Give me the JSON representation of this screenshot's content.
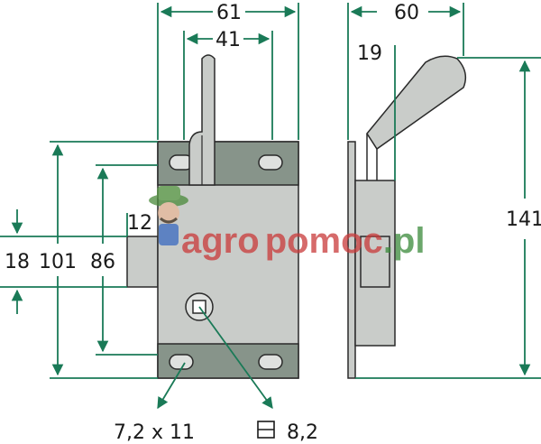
{
  "dimensions": {
    "front_width": "61",
    "lever_spacing": "41",
    "body_height": "101",
    "hole_spacing": "86",
    "bolt_height": "18",
    "bolt_projection": "12",
    "side_width": "60",
    "lever_offset": "19",
    "total_height": "141"
  },
  "callouts": {
    "slot_size": "7,2 x 11",
    "square_size": "8,2"
  },
  "watermark": {
    "text_part1": "agro",
    "text_part2": "pomoc",
    "text_part3": ".pl"
  },
  "colors": {
    "line": "#1a7a57",
    "plate": "#c9ccc9",
    "mounting_strip": "#87948a",
    "outline": "#2a2a2a"
  }
}
